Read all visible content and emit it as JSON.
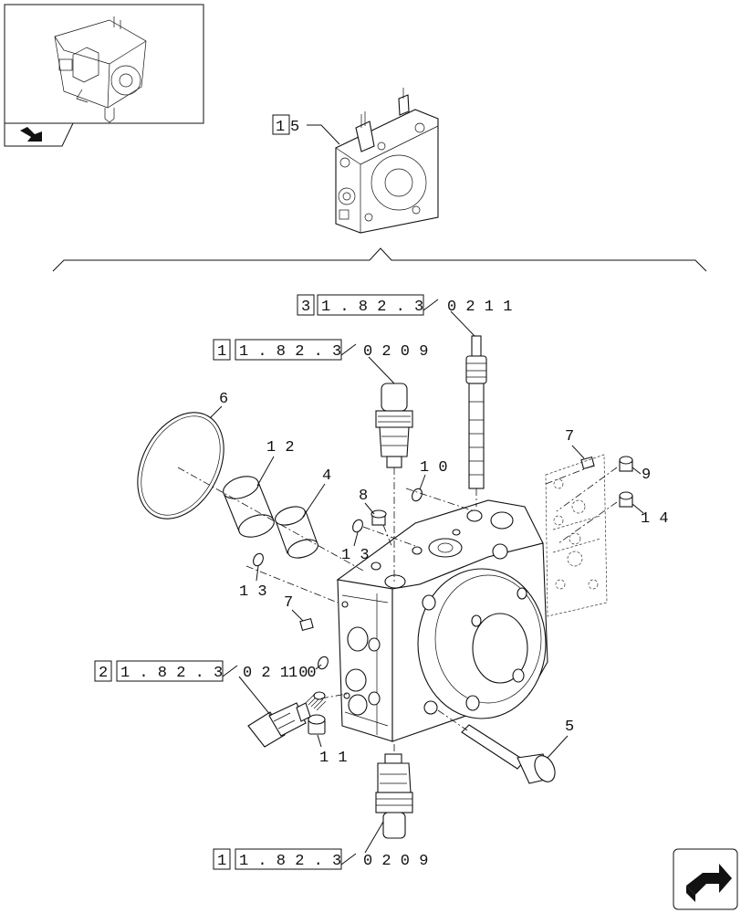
{
  "thumbnail": {
    "arrow_icon": "back-arrow-icon"
  },
  "nav_icon": "next-page-icon",
  "assembly_callout": {
    "digits": [
      "1",
      "5"
    ]
  },
  "references": [
    {
      "id": "ref-top",
      "bracket": "3",
      "code": "1 . 8 2 . 3",
      "tail": "0 2   1 1"
    },
    {
      "id": "ref-upper",
      "bracket": "1",
      "code": "1 . 8 2 . 3",
      "tail": "0 2   0 9"
    },
    {
      "id": "ref-left",
      "bracket": "2",
      "code": "1 . 8 2 . 3",
      "tail": "0 2   1 0"
    },
    {
      "id": "ref-bottom",
      "bracket": "1",
      "code": "1 . 8 2 . 3",
      "tail": "0 2   0 9"
    }
  ],
  "part_labels": {
    "p6": "6",
    "p12": "1 2",
    "p4": "4",
    "p8": "8",
    "p10a": "1 0",
    "p13a": "1 3",
    "p13b": "1 3",
    "p7a": "7",
    "p7b": "7",
    "p9": "9",
    "p14": "1 4",
    "p10b": "1 0",
    "p11": "1 1",
    "p5": "5"
  }
}
